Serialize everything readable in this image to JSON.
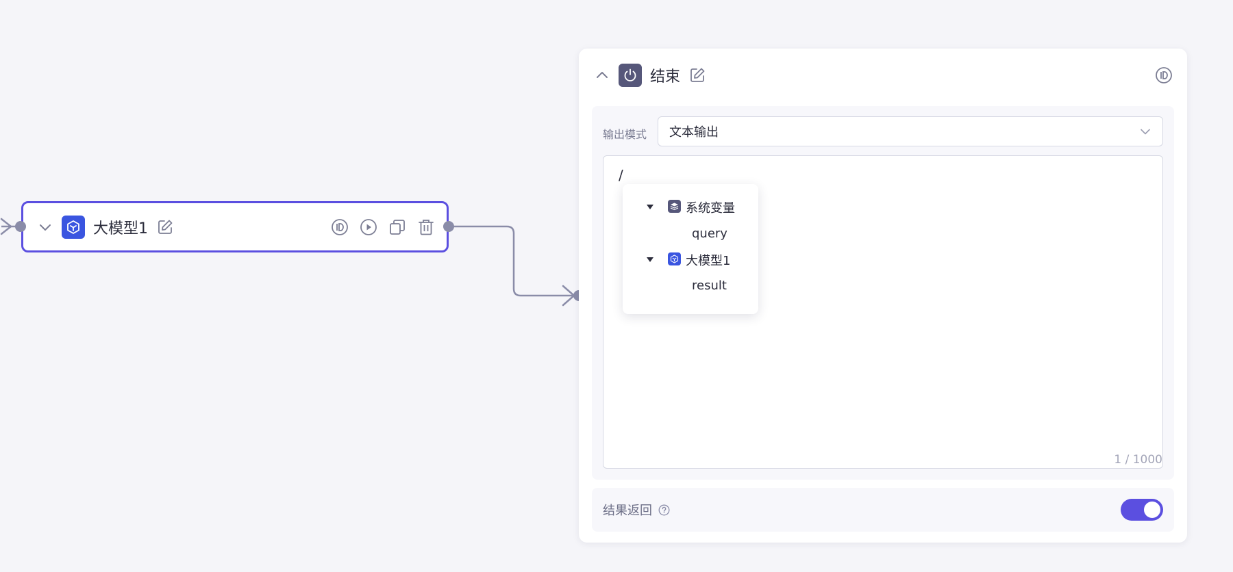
{
  "colors": {
    "accent": "#5b4fe0",
    "llm_icon_bg": "#3a55e0",
    "end_icon_bg": "#56577a",
    "edge": "#8a8ca8",
    "canvas_bg": "#f5f5f9"
  },
  "llm_node": {
    "title": "大模型1",
    "icons": [
      "chevron-down-icon",
      "llm-cube-icon",
      "edit-icon",
      "id-icon",
      "run-icon",
      "copy-icon",
      "delete-icon"
    ]
  },
  "end_node": {
    "title": "结束",
    "output_mode": {
      "label": "输出模式",
      "value": "文本输出"
    },
    "editor": {
      "content": "/",
      "counter": "1 / 1000"
    },
    "variable_menu": {
      "groups": [
        {
          "label": "系统变量",
          "icon": "system-variable-icon",
          "children": [
            "query"
          ]
        },
        {
          "label": "大模型1",
          "icon": "llm-cube-icon",
          "children": [
            "result"
          ]
        }
      ]
    },
    "return_result": {
      "label": "结果返回",
      "enabled": true
    }
  }
}
